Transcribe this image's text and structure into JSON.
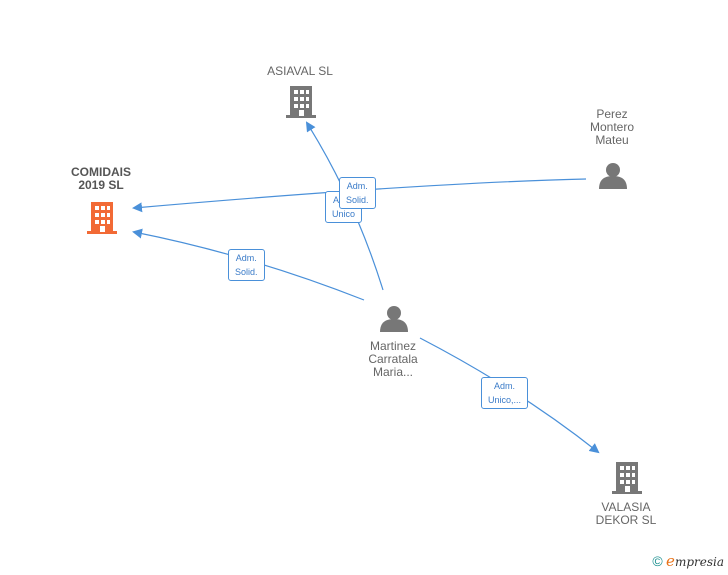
{
  "nodes": {
    "comidais": {
      "label": "COMIDAIS\n2019  SL",
      "type": "company",
      "color": "#f26a35"
    },
    "asiaval": {
      "label": "ASIAVAL  SL",
      "type": "company",
      "color": "#777777"
    },
    "valasia": {
      "label": "VALASIA\nDEKOR  SL",
      "type": "company",
      "color": "#777777"
    },
    "perez": {
      "label": "Perez\nMontero\nMateu",
      "type": "person",
      "color": "#777777"
    },
    "martinez": {
      "label": "Martinez\nCarratala\nMaria...",
      "type": "person",
      "color": "#777777"
    }
  },
  "edges": {
    "perez_comidais": {
      "label": "Adm.\nSolid."
    },
    "martinez_asiaval": {
      "label": "Adm.\nUnico"
    },
    "martinez_comidais": {
      "label": "Adm.\nSolid."
    },
    "martinez_valasia": {
      "label": "Adm.\nUnico,..."
    }
  },
  "colors": {
    "edge": "#4a90d9"
  },
  "footer": {
    "copyright": "©",
    "brand_initial": "e",
    "brand_rest": "mpresia"
  }
}
